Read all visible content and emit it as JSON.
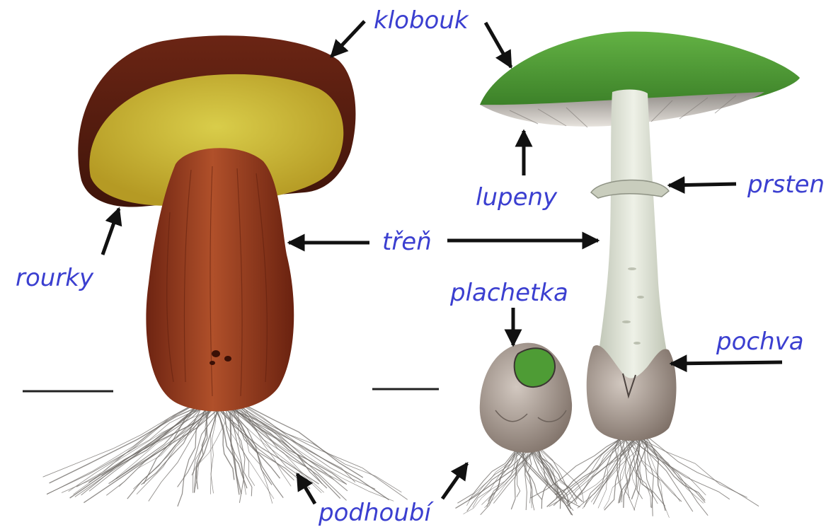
{
  "colors": {
    "label": "#3b3fd0",
    "arrow": "#111111",
    "bolete_cap": "#5a1f12",
    "bolete_pores": "#c9b634",
    "bolete_stem": "#9a3c1e",
    "amanita_cap": "#4e9c35",
    "amanita_gills": "#d8d4cc",
    "amanita_stem": "#dfe3d6",
    "volva": "#b7aca4",
    "mycelium": "#6e6a66"
  },
  "icons": [
    "bolete-mushroom-illustration",
    "amanita-mushroom-illustration",
    "young-amanita-egg-illustration",
    "mycelium-roots-illustration"
  ],
  "labels": {
    "klobouk": "klobouk",
    "rourky": "rourky",
    "tren": "třeň",
    "lupeny": "lupeny",
    "prsten": "prsten",
    "plachetka": "plachetka",
    "pochva": "pochva",
    "podhoubi": "podhoubí"
  }
}
